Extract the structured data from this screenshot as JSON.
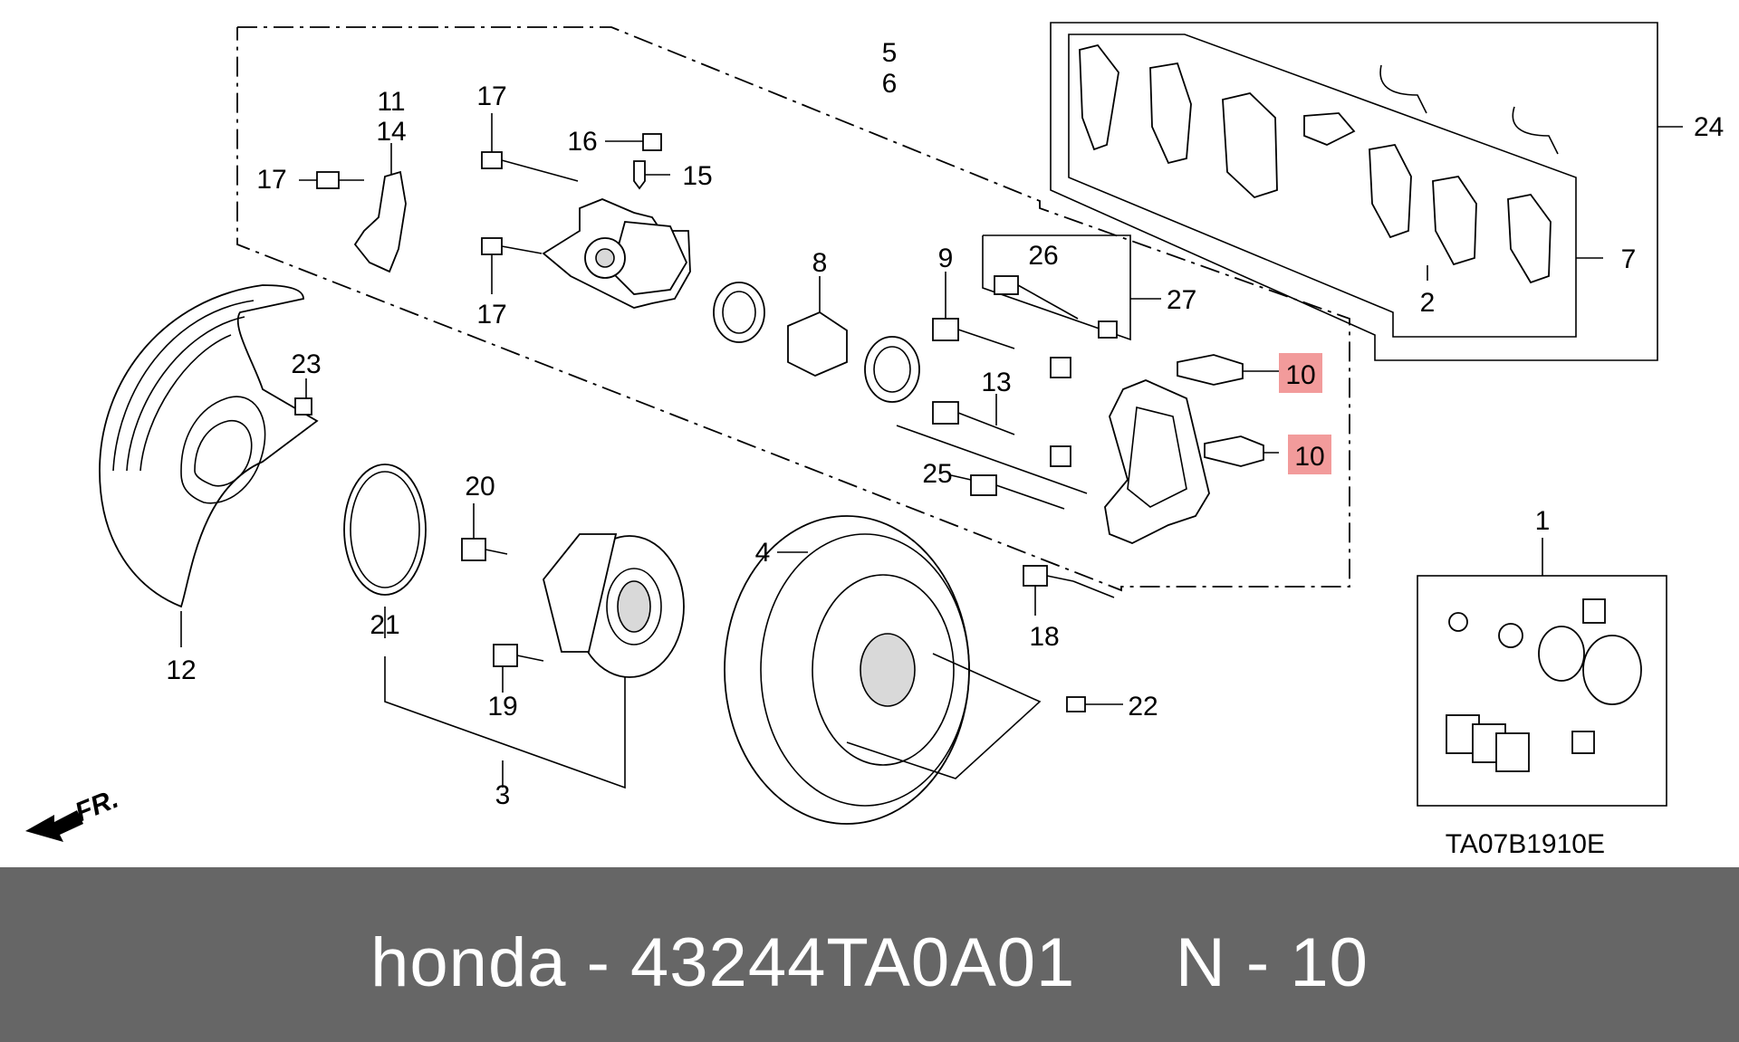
{
  "diagram": {
    "callouts": {
      "c1": "1",
      "c2": "2",
      "c3": "3",
      "c4": "4",
      "c5": "5",
      "c6": "6",
      "c7": "7",
      "c8": "8",
      "c9": "9",
      "c10a": "10",
      "c10b": "10",
      "c11": "11",
      "c12": "12",
      "c13": "13",
      "c14": "14",
      "c15": "15",
      "c16": "16",
      "c17a": "17",
      "c17b": "17",
      "c17c": "17",
      "c18": "18",
      "c19": "19",
      "c20": "20",
      "c21": "21",
      "c22": "22",
      "c23": "23",
      "c24": "24",
      "c25": "25",
      "c26": "26",
      "c27": "27"
    },
    "highlight_color": "#f08a8a",
    "front_marker": "FR.",
    "drawing_code": "TA07B1910E"
  },
  "banner": {
    "text": "honda - 43244TA0A01     N - 10",
    "background": "#666666",
    "text_color": "#ffffff"
  }
}
